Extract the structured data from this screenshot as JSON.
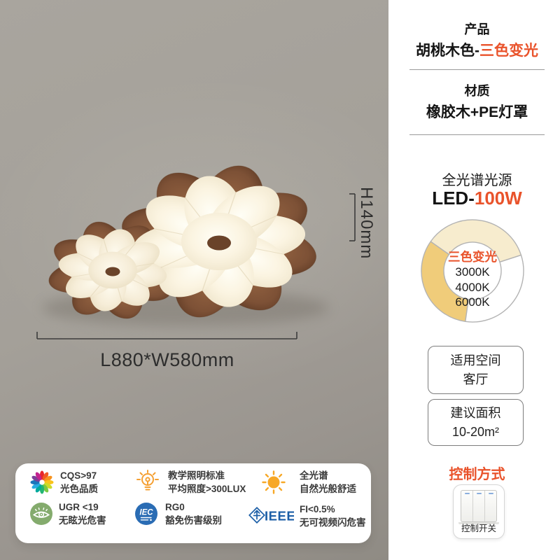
{
  "colors": {
    "accent_orange": "#e9532b",
    "background_gray": "#a4a099",
    "donut_cream": "#f7ecce",
    "donut_gold": "#f0cc7a",
    "donut_white": "#ffffff",
    "wood_brown": "#7d5136",
    "iec_blue": "#2a6cb4",
    "ieee_blue": "#1d5fa7"
  },
  "scene": {
    "width_dimension": "L880*W580mm",
    "height_dimension": "H140mm"
  },
  "info_panel": {
    "product": {
      "label": "产品",
      "name_prefix": "胡桃木色-",
      "name_highlight": "三色变光"
    },
    "material": {
      "label": "材质",
      "value": "橡胶木+PE灯罩"
    },
    "light": {
      "label": "全光谱光源",
      "prefix": "LED-",
      "watts": "100W"
    },
    "donut": {
      "center_label": "三色变光",
      "temps": [
        "3000K",
        "4000K",
        "6000K"
      ],
      "segments": [
        {
          "name": "warm",
          "color": "#f7ecce"
        },
        {
          "name": "gold",
          "color": "#f0cc7a"
        },
        {
          "name": "white",
          "color": "#ffffff"
        }
      ]
    },
    "space_box": {
      "title": "适用空间",
      "value": "客厅"
    },
    "area_box": {
      "title": "建议面积",
      "value": "10-20m²"
    },
    "control": {
      "label": "控制方式",
      "switch_label": "控制开关"
    }
  },
  "features": {
    "items": [
      {
        "icon": "color-wheel-icon",
        "line1": "CQS>97",
        "line2": "光色品质"
      },
      {
        "icon": "bulb-icon",
        "line1": "教学照明标准",
        "line2": "平均照度>300LUX"
      },
      {
        "icon": "sun-icon",
        "line1": "全光谱",
        "line2": "自然光般舒适"
      },
      {
        "icon": "eye-icon",
        "line1": "UGR <19",
        "line2": "无眩光危害"
      },
      {
        "icon": "iec-icon",
        "badge": "IEC",
        "line1": "RG0",
        "line2": "豁免伤害级别"
      },
      {
        "icon": "ieee-icon",
        "badge": "IEEE",
        "line1": "FI<0.5%",
        "line2": "无可视频闪危害"
      }
    ]
  }
}
